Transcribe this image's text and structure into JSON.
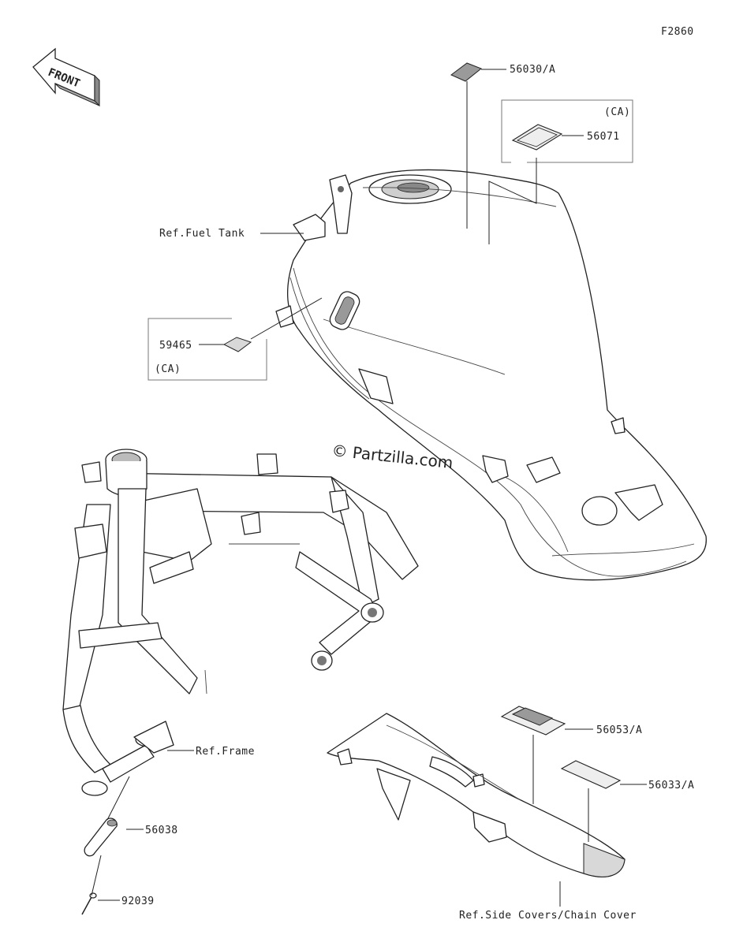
{
  "figure_code": "F2860",
  "front_badge": "FRONT",
  "watermark": "© Partzilla.com",
  "ref_labels": {
    "fuel_tank": "Ref.Fuel Tank",
    "frame": "Ref.Frame",
    "side_covers": "Ref.Side Covers/Chain Cover"
  },
  "parts": [
    {
      "number": "56030/A"
    },
    {
      "number": "56071",
      "region": "(CA)"
    },
    {
      "number": "59465",
      "region": "(CA)"
    },
    {
      "number": "56038"
    },
    {
      "number": "92039"
    },
    {
      "number": "56053/A"
    },
    {
      "number": "56033/A"
    }
  ]
}
